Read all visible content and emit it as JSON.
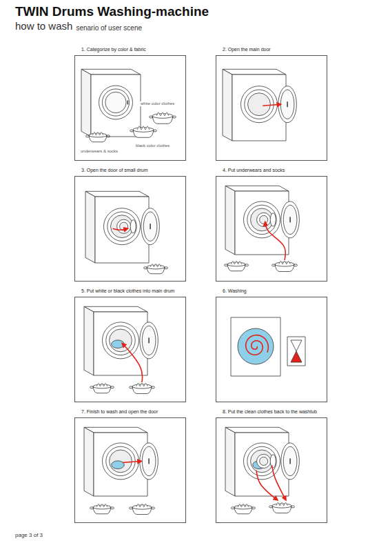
{
  "diagram": {
    "title": "TWIN Drums Washing-machine",
    "nodes": [
      {
        "text": [
          "1. Categorize by color & fabric"
        ]
      },
      {
        "text": [
          "2. Open the main door"
        ]
      },
      {
        "text": [
          "3. Open the door of small drum"
        ]
      },
      {
        "text": [
          "4. Put underwears and socks"
        ]
      },
      {
        "text": [
          "5. Put white or black clothes into main drum"
        ]
      },
      {
        "text": [
          "6. Washing"
        ]
      },
      {
        "text": [
          "7. Finish to wash and open the door"
        ]
      },
      {
        "text": [
          "8. Put the clean clothes back to the washtub"
        ]
      }
    ],
    "labels": [
      "how to wash",
      "senario of user scene",
      "white color clothes",
      "black color clothes",
      "underwears & socks",
      "page 3 of 3"
    ]
  }
}
